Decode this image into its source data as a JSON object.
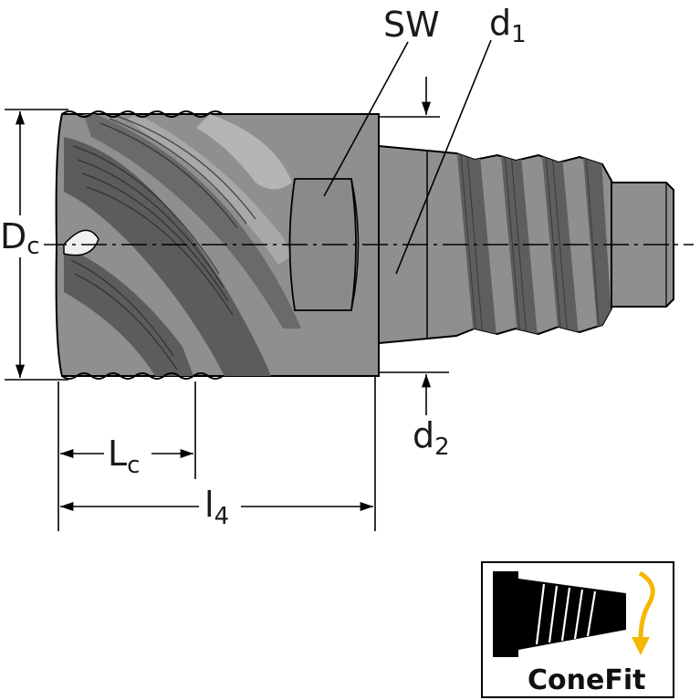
{
  "labels": {
    "SW": "SW",
    "d1_base": "d",
    "d1_sub": "1",
    "d2_base": "d",
    "d2_sub": "2",
    "Dc_base": "D",
    "Dc_sub": "c",
    "Lc_base": "L",
    "Lc_sub": "c",
    "l4_base": "l",
    "l4_sub": "4"
  },
  "badge": {
    "text": "ConeFit"
  },
  "colors": {
    "tool_body": "#8f8f8f",
    "tool_dark": "#595959",
    "tool_light": "#b3b3b3",
    "outline": "#000000",
    "accent_arrow": "#f5b800"
  }
}
